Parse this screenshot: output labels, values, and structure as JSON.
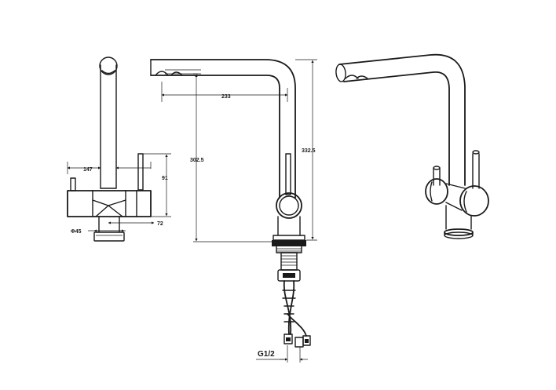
{
  "dimensions": {
    "side_width": "147",
    "side_lever_height": "91",
    "side_body_depth": "72",
    "base_diameter": "Φ45",
    "spout_reach": "233",
    "height_to_spout": "302.5",
    "total_height": "332.5",
    "thread": "G1/2"
  }
}
